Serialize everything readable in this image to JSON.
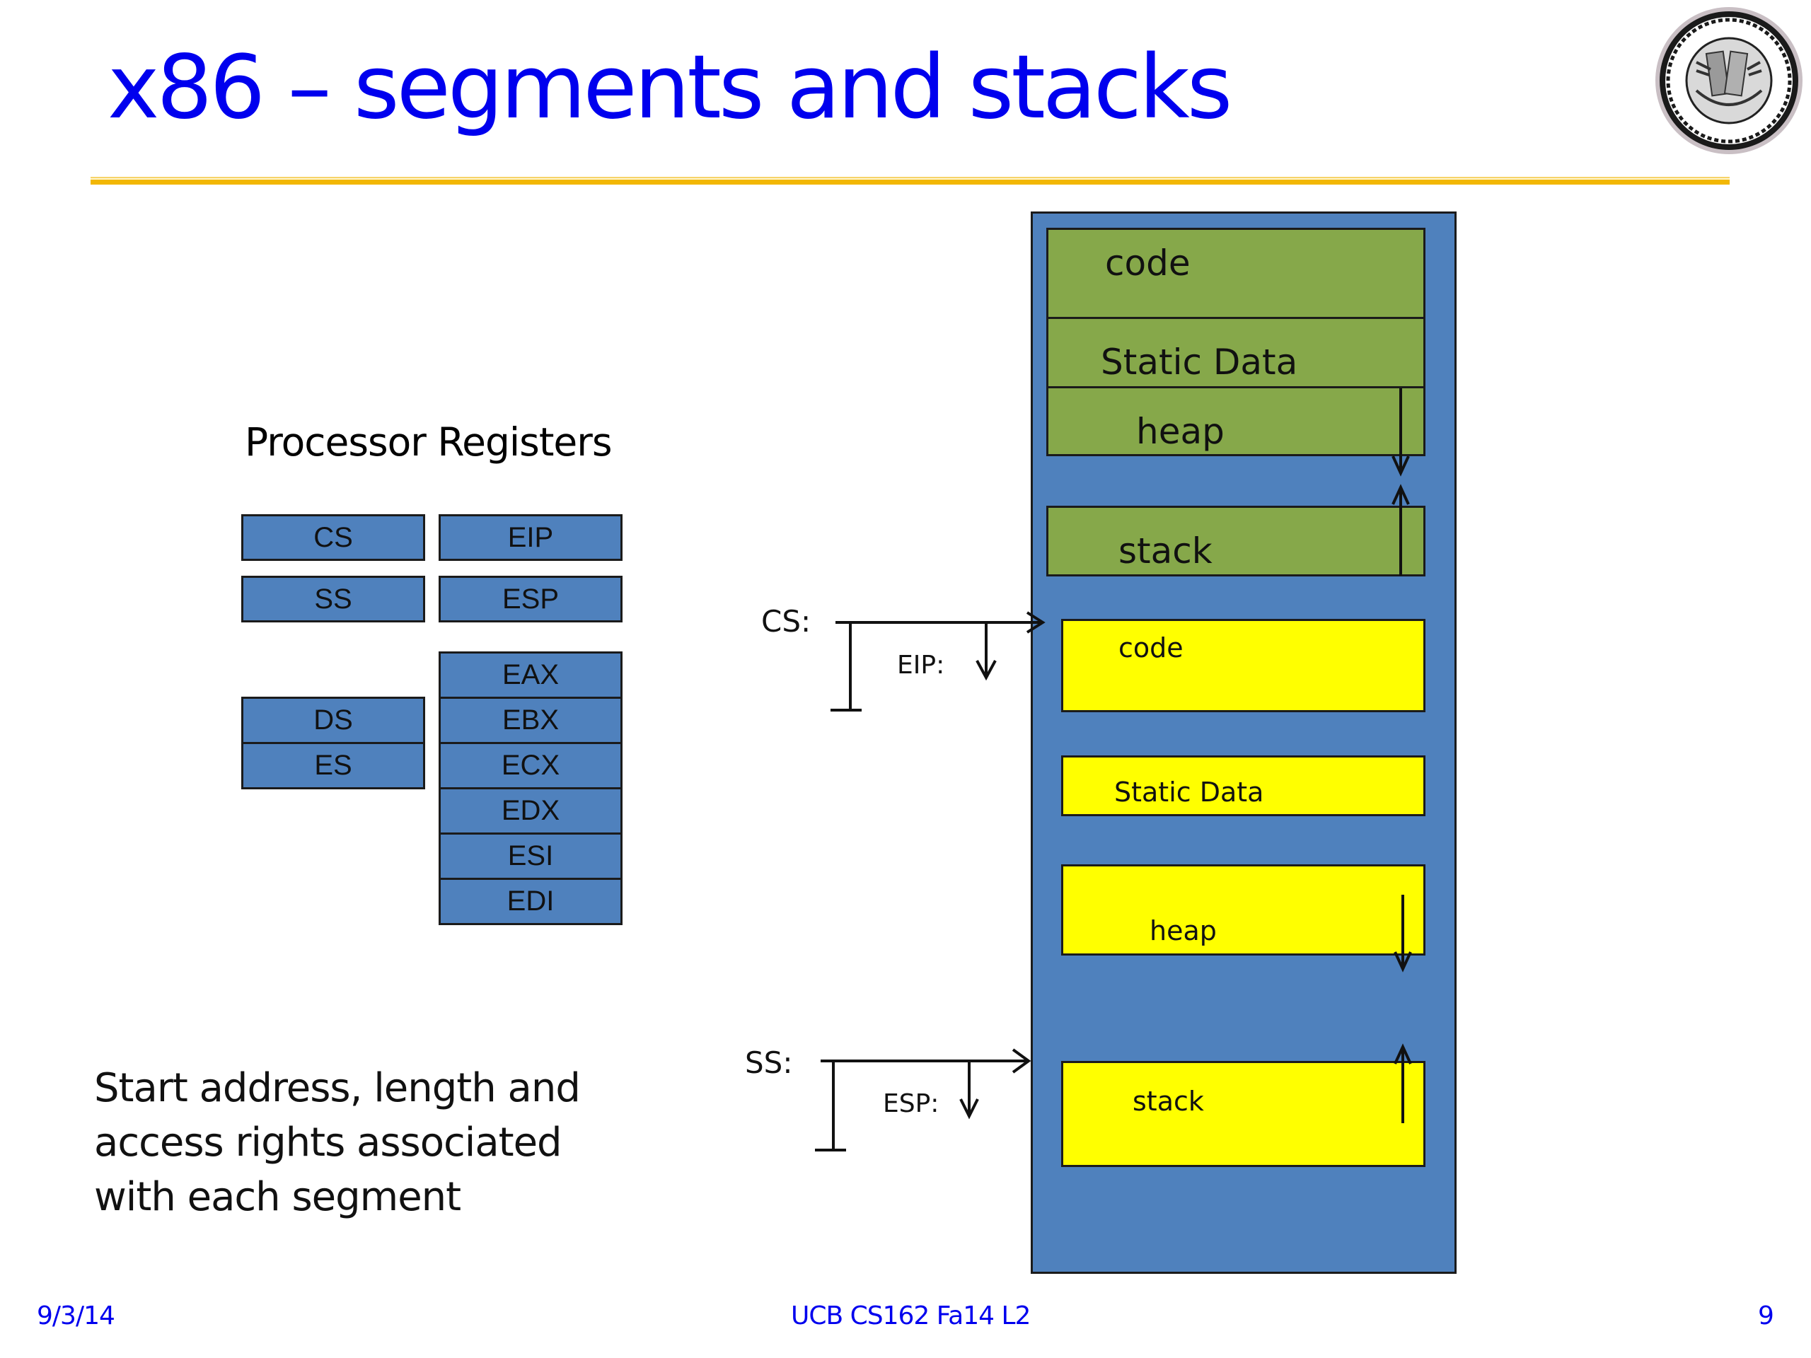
{
  "slide": {
    "title": "x86 – segments and stacks",
    "logo": "university-of-california-seal",
    "accent_color": "#0000ee",
    "rule_color": "#f2b705"
  },
  "registers": {
    "heading": "Processor Registers",
    "color": "#4f81bd",
    "segment_column": [
      "CS",
      "SS",
      "DS",
      "ES"
    ],
    "general_column": [
      "EIP",
      "ESP",
      "EAX",
      "EBX",
      "ECX",
      "EDX",
      "ESI",
      "EDI"
    ]
  },
  "memory": {
    "color": "#4f81bd",
    "virtual_segments": {
      "color": "#86a84a",
      "items": [
        "code",
        "Static Data",
        "heap",
        "stack"
      ]
    },
    "physical_segments": {
      "color": "#ffff00",
      "items": [
        "code",
        "Static Data",
        "heap",
        "stack"
      ]
    },
    "pointers": {
      "cs_label": "CS:",
      "eip_label": "EIP:",
      "ss_label": "SS:",
      "esp_label": "ESP:"
    }
  },
  "note": {
    "lines": [
      "Start address, length and",
      "access rights associated",
      "with each segment"
    ]
  },
  "footer": {
    "date": "9/3/14",
    "course": "UCB CS162 Fa14 L2",
    "page": "9"
  }
}
